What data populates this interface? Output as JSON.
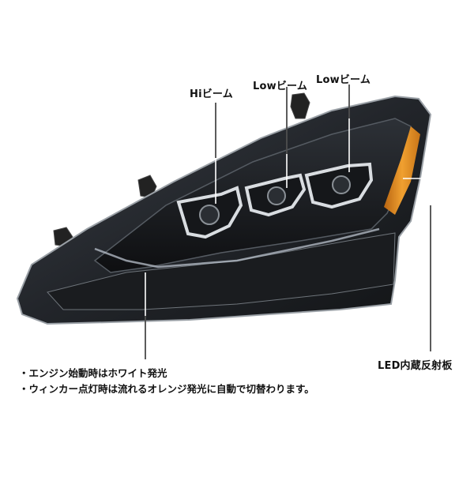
{
  "labels": {
    "hi_beam": "Hiビーム",
    "low_beam_1": "Lowビーム",
    "low_beam_2": "Lowビーム",
    "led_reflector": "LED内蔵反射板"
  },
  "notes": [
    "・エンジン始動時はホワイト発光",
    "・ウィンカー点灯時は流れるオレンジ発光に自動で切替わります。"
  ],
  "colors": {
    "housing": "#1b1d21",
    "lens_edge": "#9aa0a6",
    "chrome": "#d9dde1",
    "amber": "#e08a1c",
    "callout_line": "#ffffff"
  }
}
